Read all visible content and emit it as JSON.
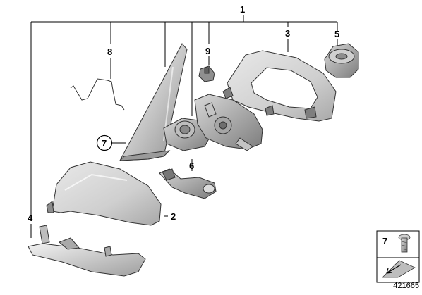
{
  "diagram": {
    "callouts": {
      "c1": "1",
      "c2": "2",
      "c3": "3",
      "c4": "4",
      "c5": "5",
      "c6": "6",
      "c7": "7",
      "c8": "8",
      "c9": "9"
    },
    "legend_box": {
      "number": "7"
    },
    "reference_number": "421665"
  }
}
